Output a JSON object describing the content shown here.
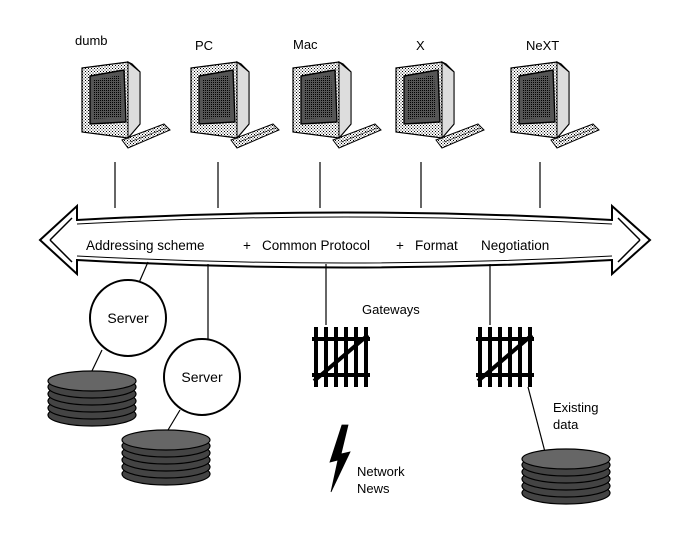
{
  "clients": [
    {
      "label": "dumb"
    },
    {
      "label": "PC"
    },
    {
      "label": "Mac"
    },
    {
      "label": "X"
    },
    {
      "label": "NeXT"
    }
  ],
  "bus": {
    "segments": [
      "Addressing scheme",
      "+",
      "Common Protocol",
      "+",
      "Format",
      "Negotiation"
    ]
  },
  "servers": [
    {
      "label": "Server"
    },
    {
      "label": "Server"
    }
  ],
  "gateways": {
    "label": "Gateways"
  },
  "network_news": {
    "line1": "Network",
    "line2": "News"
  },
  "existing_data": {
    "line1": "Existing",
    "line2": "data"
  }
}
